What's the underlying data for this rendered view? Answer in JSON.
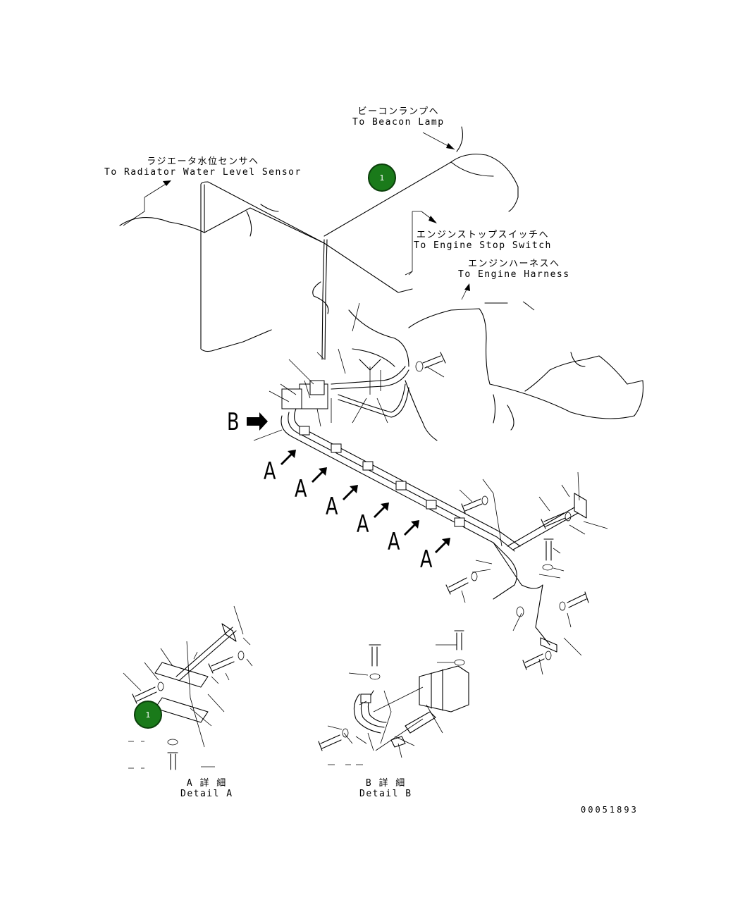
{
  "callouts": {
    "beacon": {
      "jp": "ビーコンランプへ",
      "en": "To Beacon Lamp"
    },
    "radiator": {
      "jp": "ラジエータ水位センサヘ",
      "en": "To Radiator Water Level Sensor"
    },
    "stop_switch": {
      "jp": "エンジンストップスイッチへ",
      "en": "To Engine Stop Switch"
    },
    "engine_harness": {
      "jp": "エンジンハーネスへ",
      "en": "To Engine Harness"
    }
  },
  "view_markers": {
    "b": "B",
    "a": "A"
  },
  "part_badges": [
    "1",
    "1"
  ],
  "details": {
    "a": {
      "jp": "A 詳 細",
      "en": "Detail A"
    },
    "b": {
      "jp": "B 詳 細",
      "en": "Detail B"
    }
  },
  "drawing_number": "00051893",
  "colors": {
    "badge": "#1a7a1a",
    "lines": "#000000"
  }
}
